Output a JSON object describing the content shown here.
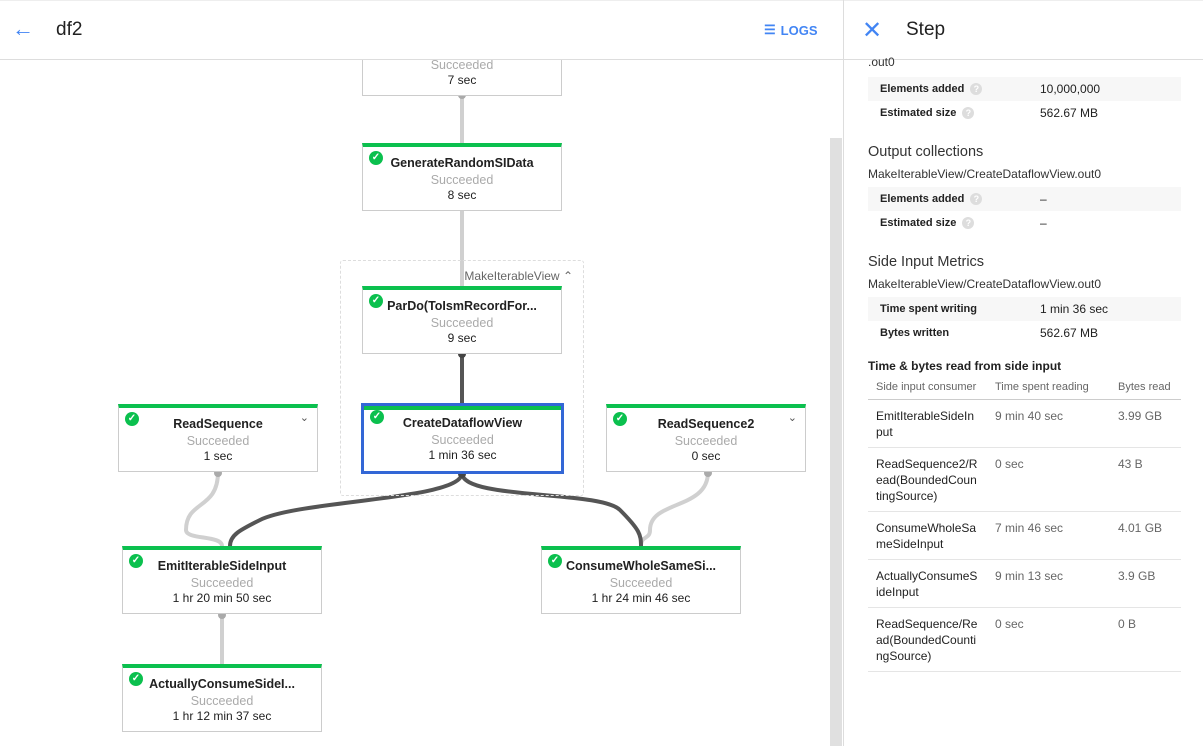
{
  "header": {
    "title": "df2",
    "logs_label": "LOGS"
  },
  "graph": {
    "group_label": "MakeIterableView",
    "nodes": [
      {
        "name": "",
        "status": "Succeeded",
        "time": "7 sec"
      },
      {
        "name": "GenerateRandomSIData",
        "status": "Succeeded",
        "time": "8 sec"
      },
      {
        "name": "ParDo(ToIsmRecordFor...",
        "status": "Succeeded",
        "time": "9 sec"
      },
      {
        "name": "CreateDataflowView",
        "status": "Succeeded",
        "time": "1 min 36 sec",
        "selected": true
      },
      {
        "name": "ReadSequence",
        "status": "Succeeded",
        "time": "1 sec"
      },
      {
        "name": "ReadSequence2",
        "status": "Succeeded",
        "time": "0 sec"
      },
      {
        "name": "EmitIterableSideInput",
        "status": "Succeeded",
        "time": "1 hr 20 min 50 sec"
      },
      {
        "name": "ConsumeWholeSameSi...",
        "status": "Succeeded",
        "time": "1 hr 24 min 46 sec"
      },
      {
        "name": "ActuallyConsumeSideI...",
        "status": "Succeeded",
        "time": "1 hr 12 min 37 sec"
      }
    ],
    "colors": {
      "success": "#0bc04e",
      "selected": "#3367d6",
      "edge_active": "#555555",
      "edge_inactive": "#d0d0d0"
    }
  },
  "panel": {
    "title": "Step",
    "input_fragment": ".out0",
    "input_metrics": [
      {
        "label": "Elements added",
        "value": "10,000,000"
      },
      {
        "label": "Estimated size",
        "value": "562.67 MB"
      }
    ],
    "output_title": "Output collections",
    "output_name": "MakeIterableView/CreateDataflowView.out0",
    "output_metrics": [
      {
        "label": "Elements added",
        "value": "–"
      },
      {
        "label": "Estimated size",
        "value": "–"
      }
    ],
    "side_title": "Side Input Metrics",
    "side_name": "MakeIterableView/CreateDataflowView.out0",
    "side_metrics": [
      {
        "label": "Time spent writing",
        "value": "1 min 36 sec"
      },
      {
        "label": "Bytes written",
        "value": "562.67 MB"
      }
    ],
    "read_title": "Time & bytes read from side input",
    "columns": [
      "Side input consumer",
      "Time spent reading",
      "Bytes read"
    ],
    "rows": [
      [
        "EmitIterableSideInput",
        "9 min 40 sec",
        "3.99 GB"
      ],
      [
        "ReadSequence2/Read(BoundedCountingSource)",
        "0 sec",
        "43 B"
      ],
      [
        "ConsumeWholeSameSideInput",
        "7 min 46 sec",
        "4.01 GB"
      ],
      [
        "ActuallyConsumeSideInput",
        "9 min 13 sec",
        "3.9 GB"
      ],
      [
        "ReadSequence/Read(BoundedCountingSource)",
        "0 sec",
        "0 B"
      ]
    ]
  }
}
